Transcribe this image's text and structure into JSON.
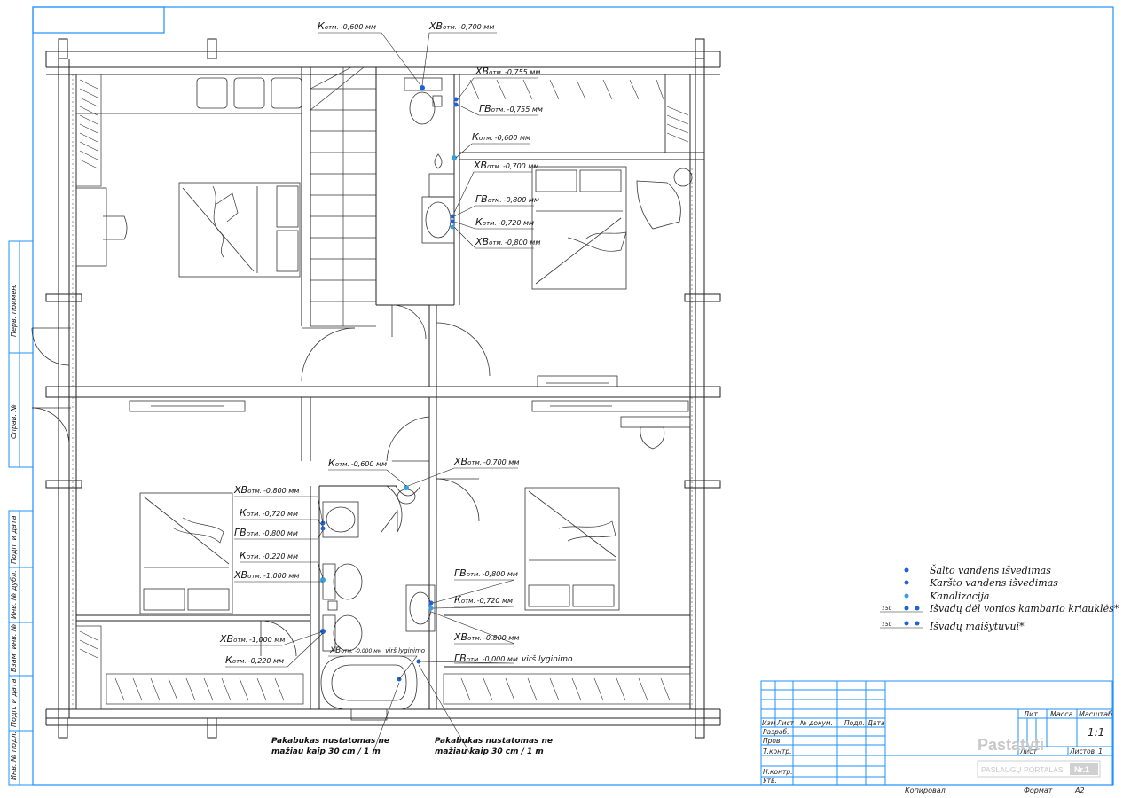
{
  "colors": {
    "frame": "#1e90ff",
    "lines": "#222222",
    "cold": "#1e63d6",
    "hot": "#1e63d6",
    "sewer": "#35a0e0"
  },
  "side_stamps": [
    "Перв. примен.",
    "Справ. №",
    "Подп. и дата",
    "Инв. № дубл.",
    "Взам. инв. №",
    "Подп. и дата",
    "Инв. № подл."
  ],
  "fixtures": [
    {
      "var": "К",
      "sub": "отм.",
      "val": "-0,600 мм"
    },
    {
      "var": "ХВ",
      "sub": "отм.",
      "val": "-0,700 мм"
    },
    {
      "var": "ХВ",
      "sub": "отм.",
      "val": "-0,755 мм"
    },
    {
      "var": "ГВ",
      "sub": "отм.",
      "val": "-0,755 мм"
    },
    {
      "var": "К",
      "sub": "отм.",
      "val": "-0,600 мм"
    },
    {
      "var": "ХВ",
      "sub": "отм.",
      "val": "-0,700 мм"
    },
    {
      "var": "ГВ",
      "sub": "отм.",
      "val": "-0,800 мм"
    },
    {
      "var": "К",
      "sub": "отм.",
      "val": "-0,720 мм"
    },
    {
      "var": "ХВ",
      "sub": "отм.",
      "val": "-0,800 мм"
    },
    {
      "var": "К",
      "sub": "отм.",
      "val": "-0,600 мм"
    },
    {
      "var": "ХВ",
      "sub": "отм.",
      "val": "-0,700 мм"
    },
    {
      "var": "ХВ",
      "sub": "отм.",
      "val": "-0,800 мм"
    },
    {
      "var": "К",
      "sub": "отм.",
      "val": "-0,720 мм"
    },
    {
      "var": "ГВ",
      "sub": "отм.",
      "val": "-0,800 мм"
    },
    {
      "var": "К",
      "sub": "отм.",
      "val": "-0,220 мм"
    },
    {
      "var": "ХВ",
      "sub": "отм.",
      "val": "-1,000 мм"
    },
    {
      "var": "ХВ",
      "sub": "отм.",
      "val": "-1,000 мм"
    },
    {
      "var": "К",
      "sub": "отм.",
      "val": "-0,220 мм"
    },
    {
      "var": "ГВ",
      "sub": "отм.",
      "val": "-0,800 мм"
    },
    {
      "var": "К",
      "sub": "отм.",
      "val": "-0,720 мм"
    },
    {
      "var": "ХВ",
      "sub": "отм.",
      "val": "-0,800 мм"
    },
    {
      "var": "ГВ",
      "sub": "отм.",
      "val": "-0,000 мм",
      "tail": "virš lyginimo"
    },
    {
      "var": "ХВ",
      "sub": "отм.",
      "val": "-0,000 мм",
      "tail": "virš lyginimo"
    }
  ],
  "notes": [
    {
      "line1": "Pakabukas nustatomas ne",
      "line2": "mažiau kaip 30 cm / 1 m"
    },
    {
      "line1": "Pakabukas nustatomas ne",
      "line2": "mažiau kaip 30 cm / 1 m"
    }
  ],
  "legend": [
    {
      "text": "Šalto vandens išvedimas"
    },
    {
      "text": "Karšto vandens išvedimas"
    },
    {
      "text": "Kanalizacija"
    },
    {
      "text": "Išvadų dėl vonios kambario kriauklės*",
      "dim": "150"
    },
    {
      "text": "Išvadų maišytuvui*",
      "dim": "150"
    }
  ],
  "title_block": {
    "lit": "Лит",
    "massa": "Масса",
    "masshtab": "Масштаб",
    "scale_value": "1:1",
    "izm": "Изм",
    "list": "Лист",
    "n_dokum": "№ докум.",
    "podp": "Подп.",
    "data": "Дата",
    "razrab": "Разраб.",
    "prov": "Пров.",
    "t_kontr": "Т.контр.",
    "n_kontr": "Н.контр.",
    "utv": "Утв.",
    "list_label": "Лист",
    "listov_label": "Листов",
    "listov_value": "1",
    "kopiroval": "Копировал",
    "format": "Формат",
    "format_value": "A2"
  },
  "watermark": {
    "brand": "Pastatyti",
    "tagline": "PASLAUGŲ PORTALAS",
    "badge": "Nr.1"
  }
}
